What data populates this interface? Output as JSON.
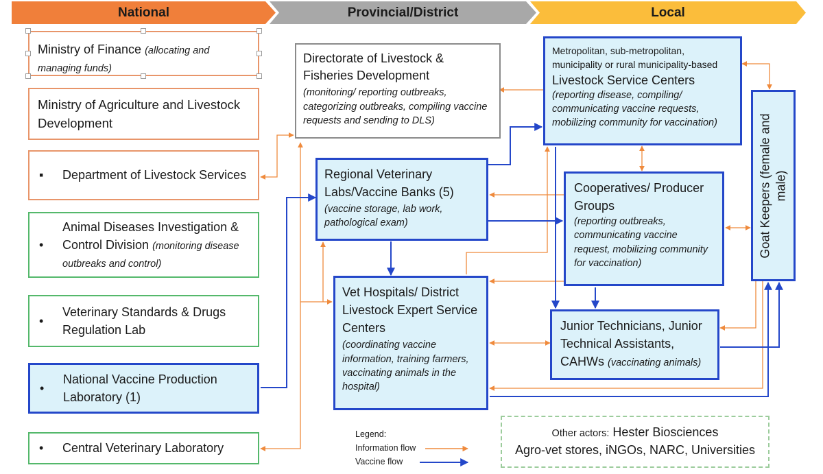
{
  "headers": {
    "national": "National",
    "provincial": "Provincial/District",
    "local": "Local"
  },
  "national": {
    "finance": {
      "title": "Ministry of Finance",
      "note": "(allocating and managing funds)"
    },
    "agriculture": {
      "title": "Ministry of Agriculture and Livestock Development"
    },
    "dls": {
      "bullet": "▪",
      "title": "Department of Livestock Services"
    },
    "adicd": {
      "bullet": "•",
      "title": "Animal Diseases Investigation & Control Division",
      "note": "(monitoring disease outbreaks and control)"
    },
    "vsdrl": {
      "bullet": "•",
      "title": "Veterinary Standards & Drugs Regulation Lab"
    },
    "nvpl": {
      "bullet": "•",
      "title": "National Vaccine Production Laboratory (1)"
    },
    "cvl": {
      "bullet": "•",
      "title": "Central Veterinary Laboratory"
    }
  },
  "provincial": {
    "directorate": {
      "title": "Directorate of Livestock & Fisheries Development",
      "note": "(monitoring/ reporting outbreaks, categorizing outbreaks, compiling vaccine requests and sending to DLS)"
    },
    "rvl": {
      "title": "Regional Veterinary Labs/Vaccine Banks (5)",
      "note": "(vaccine storage, lab work, pathological exam)"
    },
    "vet": {
      "title": "Vet Hospitals/ District Livestock Expert Service Centers",
      "note": "(coordinating vaccine information, training farmers, vaccinating animals in the hospital)"
    }
  },
  "local": {
    "lsc": {
      "pre": "Metropolitan, sub-metropolitan, municipality or rural municipality-based",
      "title": "Livestock Service Centers",
      "note": "(reporting disease, compiling/ communicating vaccine requests, mobilizing community for vaccination)"
    },
    "coop": {
      "title": "Cooperatives/ Producer Groups",
      "note": "(reporting outbreaks, communicating vaccine request, mobilizing community for vaccination)"
    },
    "jt": {
      "title": "Junior Technicians, Junior Technical Assistants, CAHWs",
      "note": "(vaccinating animals)"
    },
    "goat": {
      "title": "Goat Keepers (female and male)"
    }
  },
  "legend": {
    "title": "Legend:",
    "info": "Information flow",
    "vaccine": "Vaccine flow"
  },
  "other": {
    "prefix": "Other actors:",
    "line1": "Hester Biosciences",
    "line2": "Agro-vet stores, iNGOs, NARC, Universities"
  },
  "colors": {
    "info_flow": "#ef8a3c",
    "vaccine_flow": "#2447c9",
    "national_band": "#f07f3a",
    "provincial_band": "#a8a8a8",
    "local_band": "#fbbd3b"
  }
}
